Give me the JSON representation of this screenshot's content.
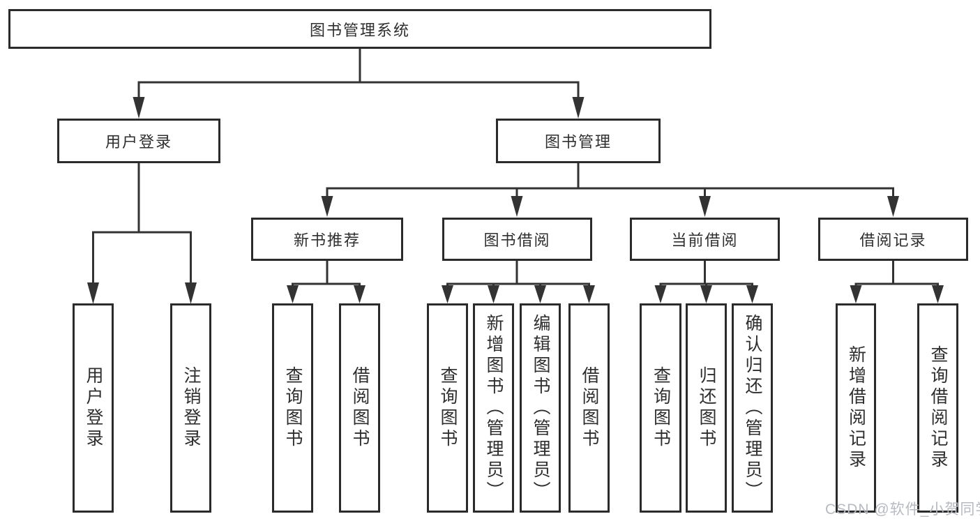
{
  "diagram": {
    "title": "图书管理系统",
    "watermark": "CSDN @软件_小贺同学",
    "colors": {
      "line": "#333333",
      "box_border": "#2b2b2b",
      "text": "#2e2e2e",
      "background": "#ffffff",
      "watermark": "#b6bac1"
    },
    "tree": {
      "root": {
        "label": "图书管理系统"
      },
      "level2": [
        {
          "label": "用户登录",
          "children": [
            {
              "label": "用户登录"
            },
            {
              "label": "注销登录"
            }
          ]
        },
        {
          "label": "图书管理",
          "children": [
            {
              "label": "新书推荐",
              "children": [
                {
                  "label": "查询图书"
                },
                {
                  "label": "借阅图书"
                }
              ]
            },
            {
              "label": "图书借阅",
              "children": [
                {
                  "label": "查询图书"
                },
                {
                  "label": "新增图书（管理员）"
                },
                {
                  "label": "编辑图书（管理员）"
                },
                {
                  "label": "借阅图书"
                }
              ]
            },
            {
              "label": "当前借阅",
              "children": [
                {
                  "label": "查询图书"
                },
                {
                  "label": "归还图书"
                },
                {
                  "label": "确认归还（管理员）"
                }
              ]
            },
            {
              "label": "借阅记录",
              "children": [
                {
                  "label": "新增借阅记录"
                },
                {
                  "label": "查询借阅记录"
                }
              ]
            }
          ]
        }
      ]
    }
  }
}
